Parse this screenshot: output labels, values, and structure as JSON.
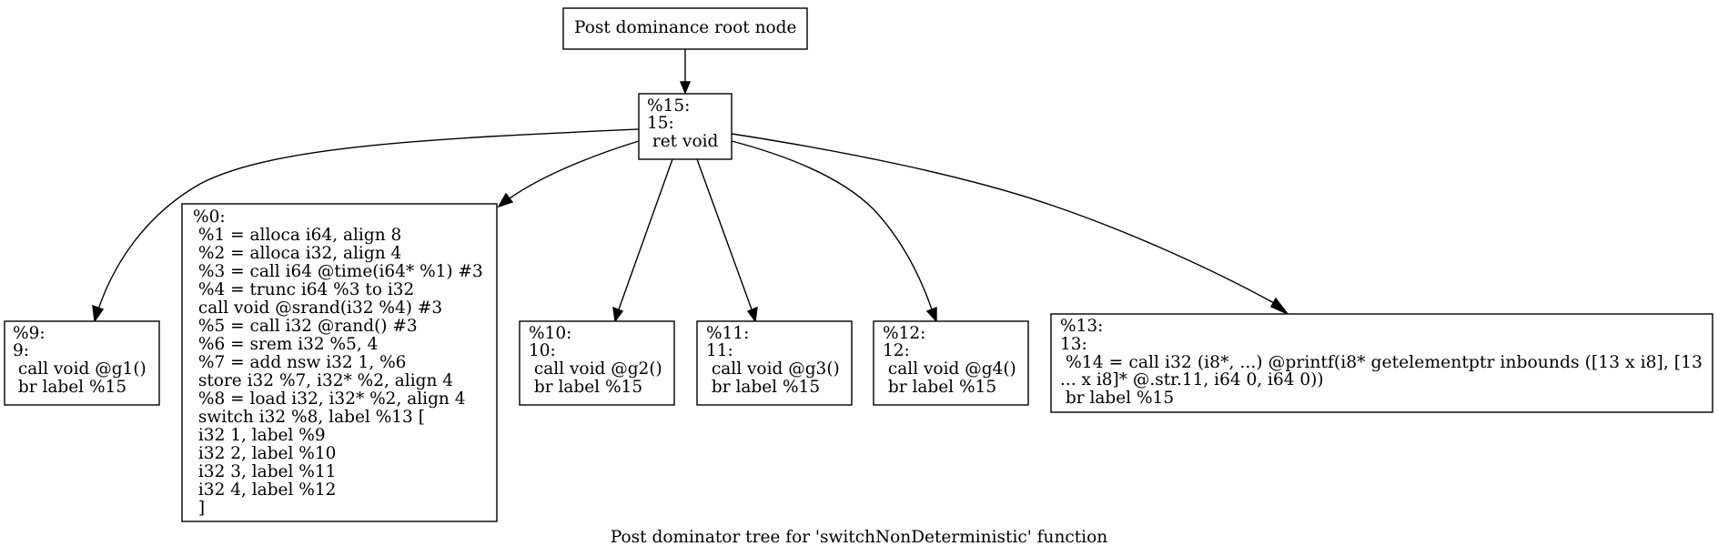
{
  "caption": "Post dominator tree for 'switchNonDeterministic' function",
  "nodes": {
    "root": {
      "lines": [
        "Post dominance root node"
      ]
    },
    "n15": {
      "lines": [
        "%15:",
        "15:",
        " ret void"
      ]
    },
    "n9": {
      "lines": [
        "%9:",
        "9:",
        " call void @g1()",
        " br label %15"
      ]
    },
    "n0": {
      "lines": [
        "%0:",
        " %1 = alloca i64, align 8",
        " %2 = alloca i32, align 4",
        " %3 = call i64 @time(i64* %1) #3",
        " %4 = trunc i64 %3 to i32",
        " call void @srand(i32 %4) #3",
        " %5 = call i32 @rand() #3",
        " %6 = srem i32 %5, 4",
        " %7 = add nsw i32 1, %6",
        " store i32 %7, i32* %2, align 4",
        " %8 = load i32, i32* %2, align 4",
        " switch i32 %8, label %13 [",
        " i32 1, label %9",
        " i32 2, label %10",
        " i32 3, label %11",
        " i32 4, label %12",
        " ]"
      ]
    },
    "n10": {
      "lines": [
        "%10:",
        "10:",
        " call void @g2()",
        " br label %15"
      ]
    },
    "n11": {
      "lines": [
        "%11:",
        "11:",
        " call void @g3()",
        " br label %15"
      ]
    },
    "n12": {
      "lines": [
        "%12:",
        "12:",
        " call void @g4()",
        " br label %15"
      ]
    },
    "n13": {
      "lines": [
        "%13:",
        "13:",
        " %14 = call i32 (i8*, ...) @printf(i8* getelementptr inbounds ([13 x i8], [13",
        "... x i8]* @.str.11, i64 0, i64 0))",
        " br label %15"
      ]
    }
  },
  "edges": [
    {
      "from": "root",
      "to": "n15"
    },
    {
      "from": "n15",
      "to": "n9"
    },
    {
      "from": "n15",
      "to": "n0"
    },
    {
      "from": "n15",
      "to": "n10"
    },
    {
      "from": "n15",
      "to": "n11"
    },
    {
      "from": "n15",
      "to": "n12"
    },
    {
      "from": "n15",
      "to": "n13"
    }
  ]
}
